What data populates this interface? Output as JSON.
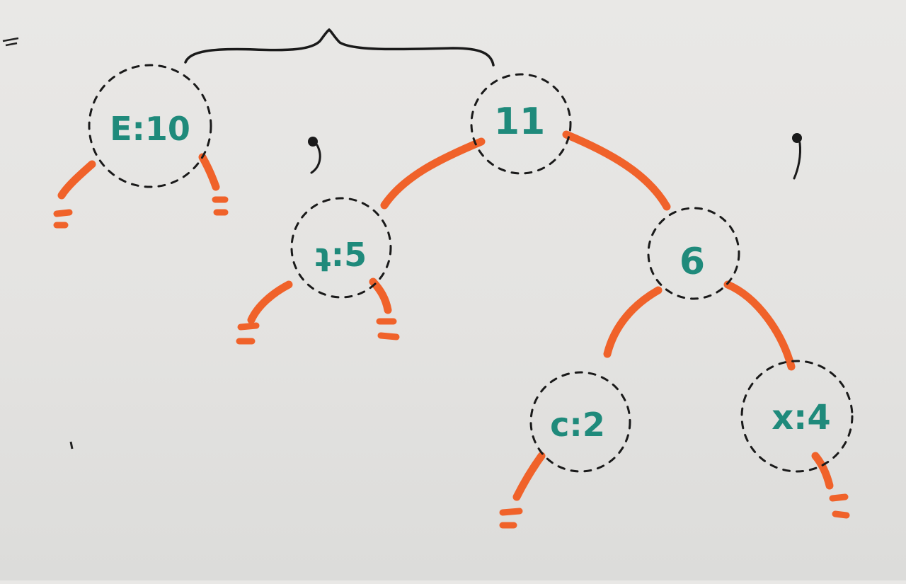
{
  "colors": {
    "paper": "#e6e5e3",
    "node_text": "#1f8a7b",
    "edge": "#f0622a",
    "ink": "#1a1a1a"
  },
  "forest": {
    "trees": [
      {
        "root": {
          "label": "E:10"
        }
      },
      {
        "root": {
          "label": "11",
          "children": [
            {
              "label": "ʇ:5"
            },
            {
              "label": "6",
              "children": [
                {
                  "label": "c:2"
                },
                {
                  "label": "x:4"
                }
              ]
            }
          ]
        }
      }
    ]
  }
}
